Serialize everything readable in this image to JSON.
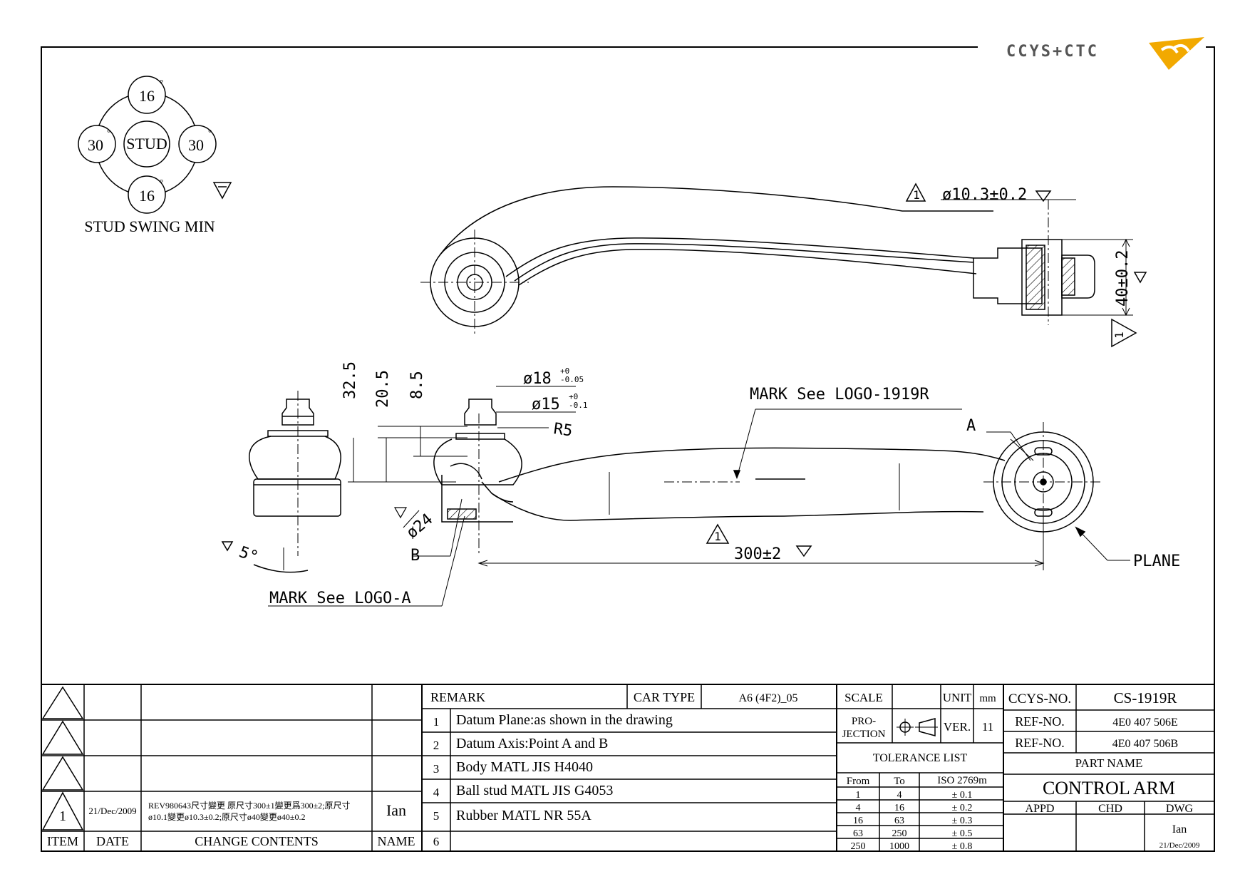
{
  "logo": {
    "text": "CCYS+CTC",
    "colors": {
      "text": "#555555",
      "mark": "#f2a900",
      "mark_dark": "#c47f00"
    }
  },
  "stud_swing": {
    "top": "16",
    "bottom": "16",
    "left": "30",
    "right": "30",
    "degree": "°",
    "center": "STUD",
    "caption": "STUD SWING MIN"
  },
  "dimensions": {
    "top_dia": "ø10.3±0.2",
    "height_40": "40±0.2",
    "rev_mark": "1",
    "d32": "32.5",
    "d20": "20.5",
    "d85": "8.5",
    "dia18": "ø18",
    "dia18_tol_up": "+0",
    "dia18_tol_dn": "-0.05",
    "dia15": "ø15",
    "dia15_tol_up": "+0",
    "dia15_tol_dn": "-0.1",
    "r5": "R5",
    "dia24": "ø24",
    "angle5": "5°",
    "length": "300±2",
    "point_a": "A",
    "point_b": "B",
    "mark_logo_1919r": "MARK  See  LOGO-1919R",
    "mark_logo_a": "MARK  See  LOGO-A",
    "plane": "PLANE"
  },
  "revision_block": {
    "rows": [
      {
        "item": "",
        "date": "",
        "contents": "",
        "name": ""
      },
      {
        "item": "",
        "date": "",
        "contents": "",
        "name": ""
      },
      {
        "item": "",
        "date": "",
        "contents": "",
        "name": ""
      },
      {
        "item": "1",
        "date": "21/Dec/2009",
        "contents_line1": "REV980643尺寸變更 原尺寸300±1變更爲300±2;原尺寸",
        "contents_line2": "ø10.1變更ø10.3±0.2;原尺寸ø40變更ø40±0.2",
        "name": "Ian"
      }
    ],
    "headers": {
      "item": "ITEM",
      "date": "DATE",
      "contents": "CHANGE CONTENTS",
      "name": "NAME"
    }
  },
  "remarks": {
    "header": "REMARK",
    "car_type_label": "CAR TYPE",
    "car_type": "A6 (4F2)_05",
    "items": [
      {
        "no": "1",
        "text": "Datum Plane:as shown in the drawing"
      },
      {
        "no": "2",
        "text": "Datum Axis:Point A and B"
      },
      {
        "no": "3",
        "text": "Body MATL JIS H4040"
      },
      {
        "no": "4",
        "text": "Ball stud MATL JIS G4053"
      },
      {
        "no": "5",
        "text": "Rubber MATL NR 55A"
      },
      {
        "no": "6",
        "text": ""
      }
    ]
  },
  "scale_block": {
    "scale_label": "SCALE",
    "scale": "",
    "unit_label": "UNIT",
    "unit": "mm",
    "projection_label_1": "PRO-",
    "projection_label_2": "JECTION",
    "ver_label": "VER.",
    "ver": "11",
    "tolerance_title": "TOLERANCE LIST",
    "tol_headers": {
      "from": "From",
      "to": "To",
      "iso": "ISO 2769m"
    },
    "tolerances": [
      {
        "from": "1",
        "to": "4",
        "tol": "± 0.1"
      },
      {
        "from": "4",
        "to": "16",
        "tol": "± 0.2"
      },
      {
        "from": "16",
        "to": "63",
        "tol": "± 0.3"
      },
      {
        "from": "63",
        "to": "250",
        "tol": "± 0.5"
      },
      {
        "from": "250",
        "to": "1000",
        "tol": "± 0.8"
      }
    ]
  },
  "title_block": {
    "ccys_label": "CCYS-NO.",
    "ccys_no": "CS-1919R",
    "ref1_label": "REF-NO.",
    "ref1": "4E0 407 506E",
    "ref2_label": "REF-NO.",
    "ref2": "4E0 407 506B",
    "part_name_label": "PART NAME",
    "part_name": "CONTROL ARM",
    "appd_label": "APPD",
    "chd_label": "CHD",
    "dwg_label": "DWG",
    "dwg_name": "Ian",
    "dwg_date": "21/Dec/2009"
  }
}
